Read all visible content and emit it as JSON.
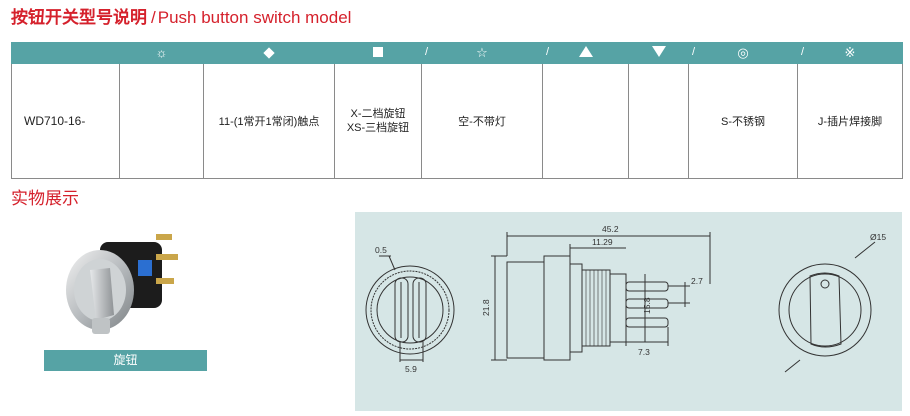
{
  "header": {
    "title_cn": "按钮开关型号说明",
    "separator": "/",
    "title_en": "Push button switch model"
  },
  "spec_table": {
    "header_symbols": [
      {
        "icon": "sun-icon",
        "glyph": "☼",
        "slash": ""
      },
      {
        "icon": "diamond-icon",
        "glyph": "",
        "slash": ""
      },
      {
        "icon": "square-icon",
        "glyph": "",
        "slash": ""
      },
      {
        "icon": "star-icon",
        "glyph": "☆",
        "slash": "/"
      },
      {
        "icon": "triangle-up-icon",
        "glyph": "",
        "slash": "/"
      },
      {
        "icon": "triangle-down-icon",
        "glyph": "",
        "slash": ""
      },
      {
        "icon": "circle-dot-icon",
        "glyph": "◎",
        "slash": "/"
      },
      {
        "icon": "reference-mark-icon",
        "glyph": "※",
        "slash": "/"
      }
    ],
    "row": {
      "model": "WD710-16-",
      "c1": "",
      "c2": "11-(1常开1常闭)触点",
      "c3_line1": "X-二档旋钮",
      "c3_line2": "XS-三档旋钮",
      "c4": "空-不带灯",
      "c5": "",
      "c6": "",
      "c7": "S-不锈钢",
      "c8": "J-插片焊接脚"
    }
  },
  "section2": {
    "title": "实物展示",
    "caption": "旋钮"
  },
  "drawing": {
    "dims": {
      "d_overall": "45.2",
      "d_body": "11.29",
      "d_height": "21.8",
      "d_pin_height": "15.8",
      "d_pin_pitch": "2.7",
      "d_pin_len": "7.3",
      "d_front_small": "0.5",
      "d_front_width": "5.9",
      "d_diameter": "Ø15"
    }
  },
  "colors": {
    "accent_teal": "#56a3a5",
    "title_red": "#d5212c",
    "drawing_bg": "#d6e6e6"
  }
}
